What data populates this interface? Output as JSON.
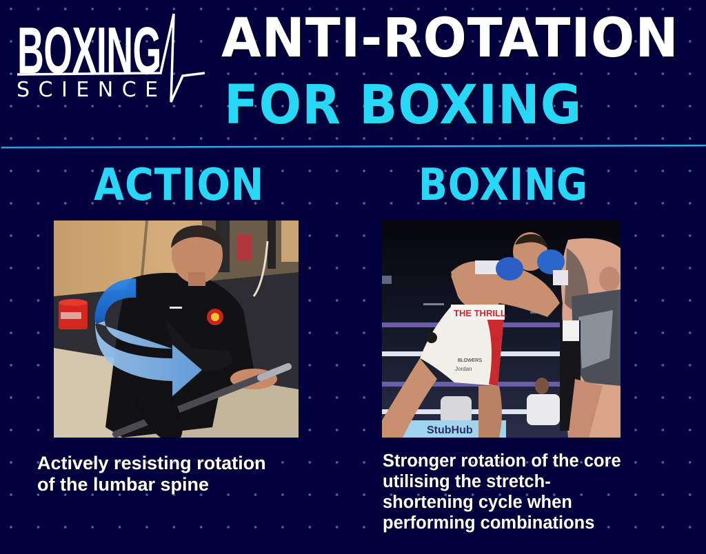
{
  "logo": {
    "wordmark": "BOXING",
    "subtitle": "SCIENCE",
    "icon": "heartbeat-line-icon"
  },
  "title": {
    "line1": "ANTI-ROTATION",
    "line2": "FOR BOXING"
  },
  "colors": {
    "background": "#02003d",
    "accent_cyan": "#27d8f6",
    "text_white": "#ffffff",
    "divider": "#3aa8e6",
    "grid_dot": "#7878aa"
  },
  "columns": [
    {
      "heading": "ACTION",
      "photo": {
        "description": "Man in black training top performing a landmine anti-rotation exercise with a barbell in a gym, with a blue curved rotation arrow overlay",
        "overlay_icon": "rotation-arrow-icon"
      },
      "caption_lines": [
        "Actively resisting rotation",
        "of the lumbar spine"
      ]
    },
    {
      "heading": "BOXING",
      "photo": {
        "description": "Two boxers exchanging punches in a ring; boxer in white and red trunks lands a blue-gloved hook",
        "trunks_text": "THE THRILL",
        "sponsor_texts": [
          "BLOWERS",
          "Jordan",
          "StubHub"
        ]
      },
      "caption_lines": [
        "Stronger rotation of the core",
        "utilising the stretch-",
        "shortening cycle when",
        "performing combinations"
      ]
    }
  ]
}
